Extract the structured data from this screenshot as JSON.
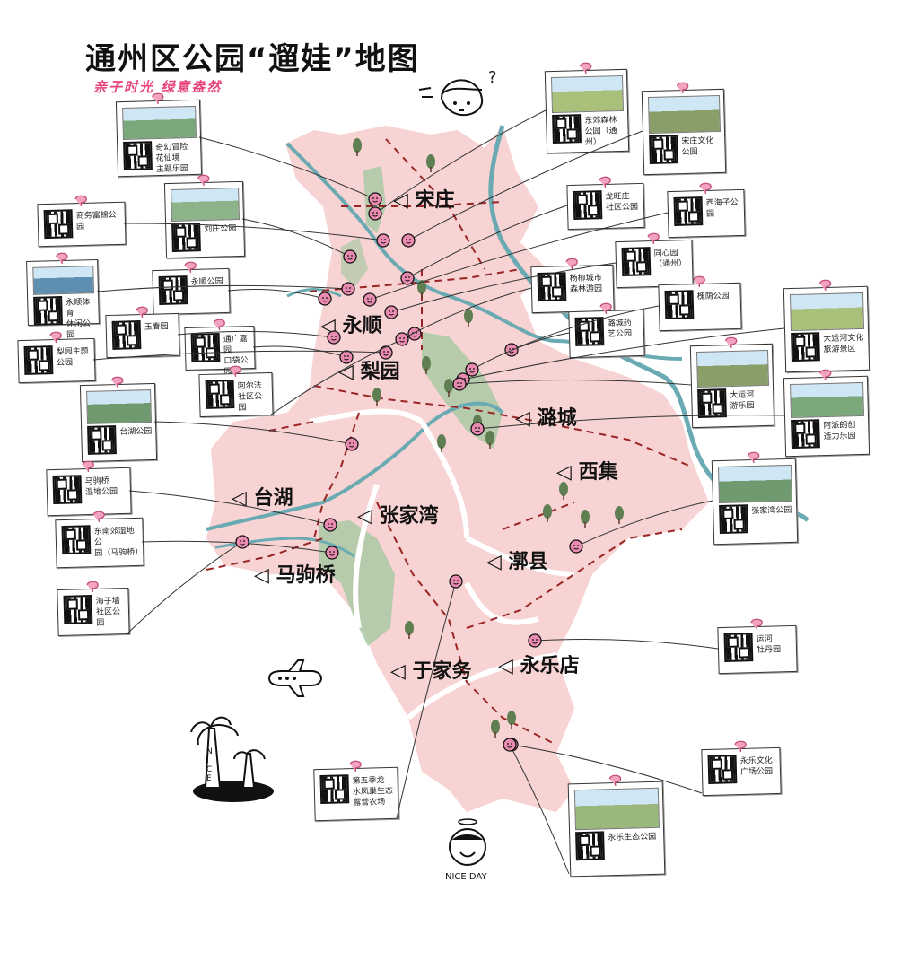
{
  "title": "通州区公园“遛娃”地图",
  "subtitle": "亲子时光 绿意盎然",
  "towns": [
    "宋庄",
    "永顺",
    "梨园",
    "潞城",
    "西集",
    "台湖",
    "张家湾",
    "马驹桥",
    "漷县",
    "于家务",
    "永乐店"
  ],
  "parks": [
    "奇幻冒险\n花仙境\n主题乐园",
    "商务富锦公园",
    "刘庄公园",
    "永顺体育\n休闲公园",
    "永顺公园",
    "玉春园",
    "通广嘉园\n口袋公园",
    "梨园主题公园",
    "阿尔法\n社区公园",
    "台湖公园",
    "马驹桥\n湿地公园",
    "东南郊湿地公\n园（马驹桥）",
    "海子墙\n社区公园",
    "第五季龙\n水凤巢生态\n露营农场",
    "东郊森林\n公园（通州）",
    "宋庄文化公园",
    "龙旺庄\n社区公园",
    "西海子公园",
    "同心园\n（通州）",
    "杨柳城市\n森林游园",
    "槐荫公园",
    "潞城药\n艺公园",
    "大运河文化\n旅游景区",
    "大运河\n游乐园",
    "阿派朗创\n造力乐园",
    "张家湾公园",
    "运河\n牡丹园",
    "永乐文化\n广场公园",
    "永乐生态公园"
  ],
  "colors": {
    "land": "#f7d3d3",
    "green": "#a9c9a4",
    "river": "#6aaab2",
    "border": "#9a2525",
    "marker": "#e98bb0",
    "accent": "#e8437a"
  },
  "icons": [
    "map-pin-icon",
    "qr-code-icon",
    "tree-icon",
    "airplane-icon",
    "palm-tree-icon",
    "girl-face-icon",
    "smiley-face-icon"
  ]
}
